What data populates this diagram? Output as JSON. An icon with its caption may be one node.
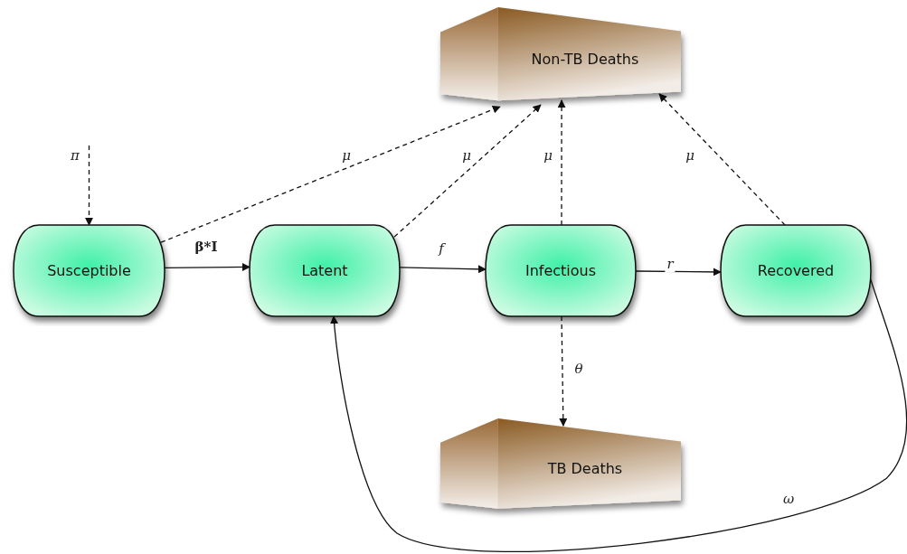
{
  "diagram": {
    "nodes": [
      {
        "text": [
          "Non-TB Deaths"
        ]
      },
      {
        "text": [
          "Susceptible"
        ]
      },
      {
        "text": [
          "Latent"
        ]
      },
      {
        "text": [
          "Infectious"
        ]
      },
      {
        "text": [
          "Recovered"
        ]
      },
      {
        "text": [
          "TB Deaths"
        ]
      }
    ],
    "edges": [
      {
        "from": null,
        "to": 1,
        "arrow": "to",
        "label": "π",
        "style": "dashed"
      },
      {
        "from": 1,
        "to": 2,
        "arrow": "to",
        "label": "β*I"
      },
      {
        "from": 2,
        "to": 3,
        "arrow": "to",
        "label": "f"
      },
      {
        "from": 3,
        "to": 4,
        "arrow": "to",
        "label": "r"
      },
      {
        "from": 1,
        "to": 0,
        "arrow": "to",
        "label": "μ",
        "style": "dashed"
      },
      {
        "from": 2,
        "to": 0,
        "arrow": "to",
        "label": "μ",
        "style": "dashed"
      },
      {
        "from": 3,
        "to": 0,
        "arrow": "to",
        "label": "μ",
        "style": "dashed"
      },
      {
        "from": 4,
        "to": 0,
        "arrow": "to",
        "label": "μ",
        "style": "dashed"
      },
      {
        "from": 3,
        "to": 5,
        "arrow": "to",
        "label": "θ",
        "style": "dashed"
      },
      {
        "from": 4,
        "to": 2,
        "arrow": "to",
        "label": "ω"
      }
    ]
  }
}
